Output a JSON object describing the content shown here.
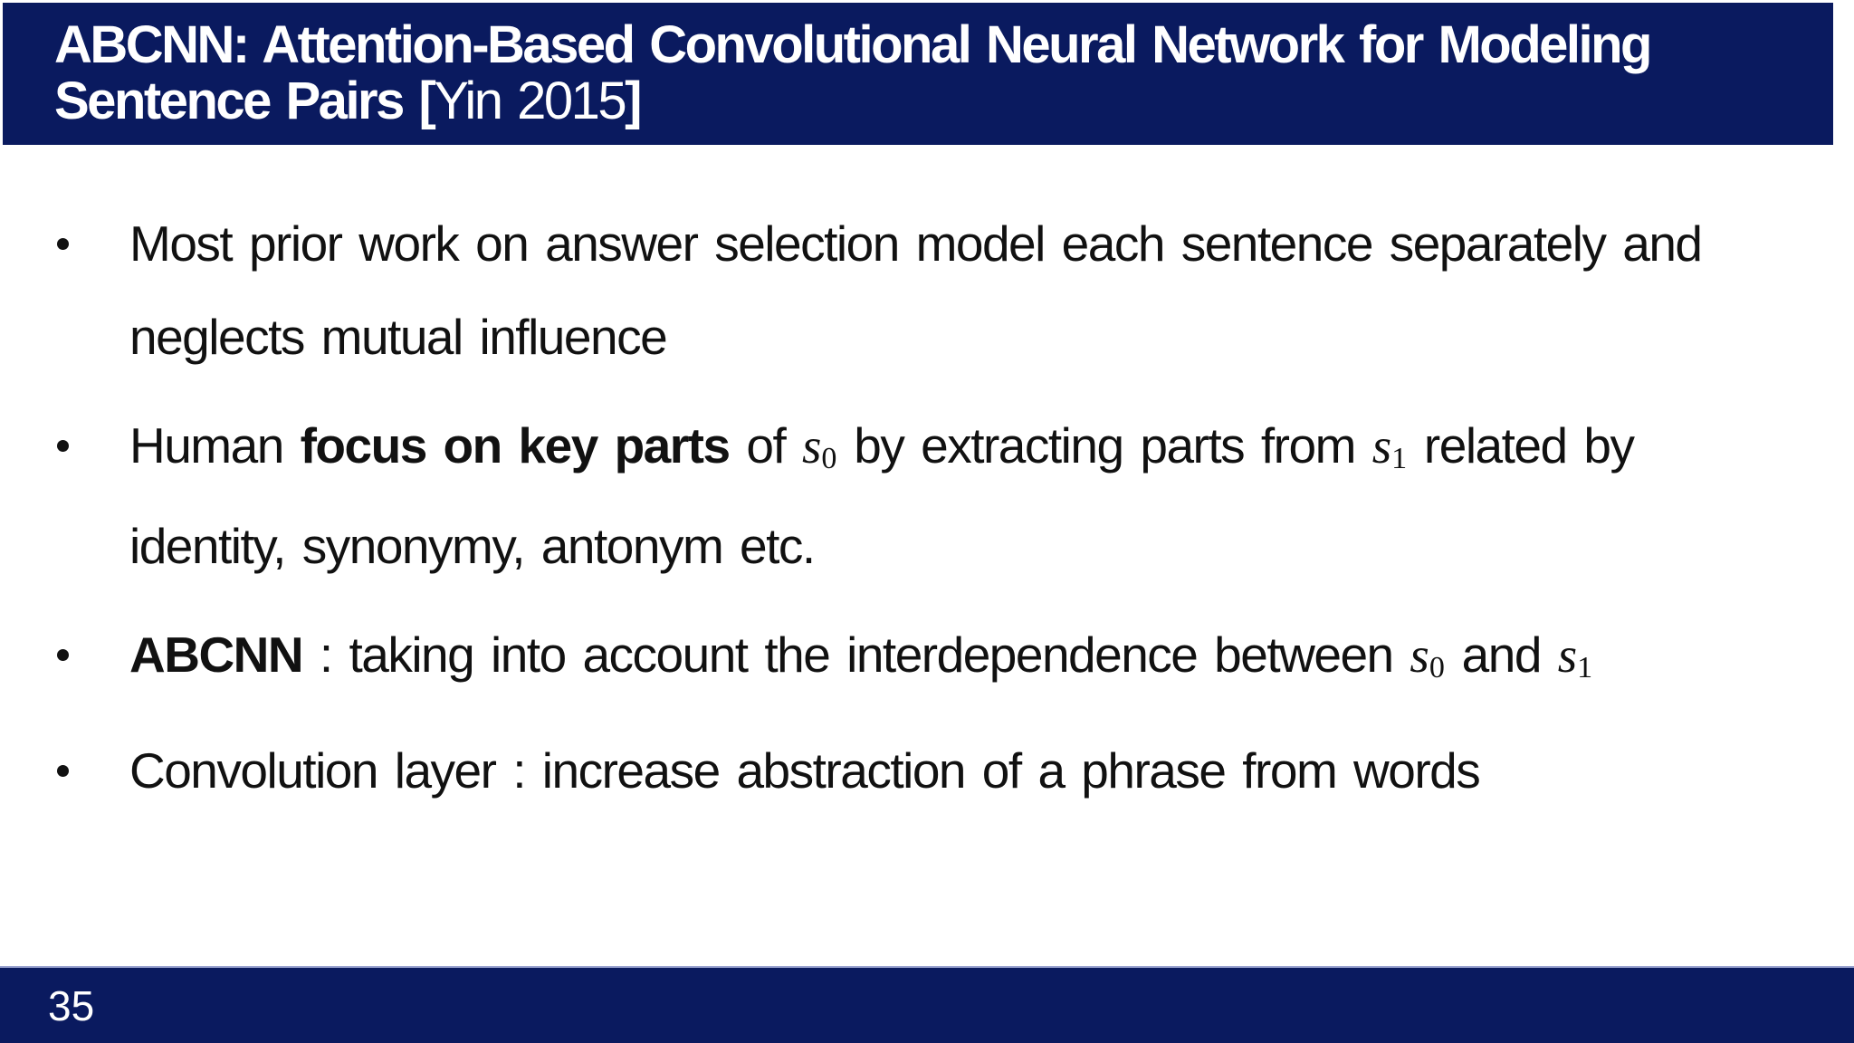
{
  "title": {
    "line1": "ABCNN: Attention-Based Convolutional Neural Network for Modeling",
    "line2_open": "Sentence Pairs [",
    "citation": "Yin 2015",
    "close_bracket": "]"
  },
  "bullets": [
    {
      "line1": "Most prior work on answer selection model each sentence separately and",
      "line2": "neglects mutual influence"
    },
    {
      "pre": "Human ",
      "bold": "focus on key parts",
      "mid1": " of ",
      "var1": "s",
      "sub1": "0",
      "mid2": " by extracting parts from ",
      "var2": "s",
      "sub2": "1",
      "tail": " related by",
      "line2": "identity, synonymy, antonym etc."
    },
    {
      "bold": "ABCNN",
      "mid1": " : taking into account the interdependence between ",
      "var1": "s",
      "sub1": "0",
      "mid2": " and ",
      "var2": "s",
      "sub2": "1"
    },
    {
      "line1": "Convolution layer : increase abstraction of a phrase from words"
    }
  ],
  "footer": {
    "page_number": "35"
  },
  "colors": {
    "navy": "#0a1a5f",
    "header_text": "#ffffff",
    "body_text": "#111111",
    "footer_divider": "#99a2cf"
  }
}
